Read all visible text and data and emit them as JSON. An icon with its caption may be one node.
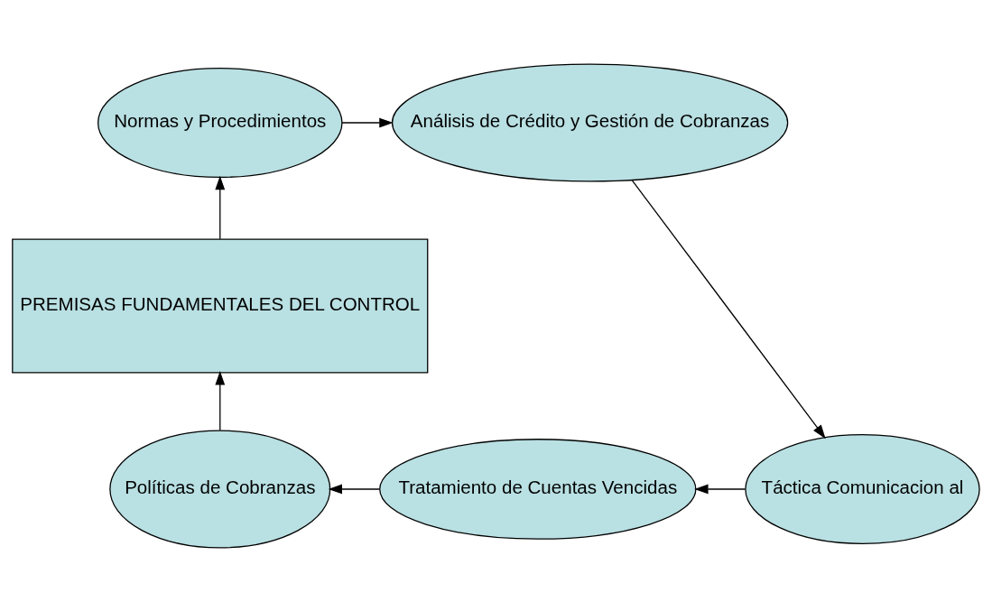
{
  "diagram": {
    "nodes": [
      {
        "text": [
          "Normas y Procedimientos"
        ]
      },
      {
        "text": [
          "Análisis de Crédito y Gestión de Cobranzas"
        ]
      },
      {
        "text": [
          "PREMISAS FUNDAMENTALES DEL CONTROL"
        ]
      },
      {
        "text": [
          "Táctica Comunicacion al"
        ]
      },
      {
        "text": [
          "Políticas de Cobranzas"
        ]
      },
      {
        "text": [
          "Tratamiento de Cuentas Vencidas"
        ]
      }
    ],
    "edges": [
      {
        "from": 2,
        "to": 0,
        "arrow": "to"
      },
      {
        "from": 0,
        "to": 1,
        "arrow": "to"
      },
      {
        "from": 1,
        "to": 3,
        "arrow": "to"
      },
      {
        "from": 3,
        "to": 5,
        "arrow": "to"
      },
      {
        "from": 5,
        "to": 4,
        "arrow": "to"
      },
      {
        "from": 4,
        "to": 2,
        "arrow": "to"
      }
    ]
  }
}
